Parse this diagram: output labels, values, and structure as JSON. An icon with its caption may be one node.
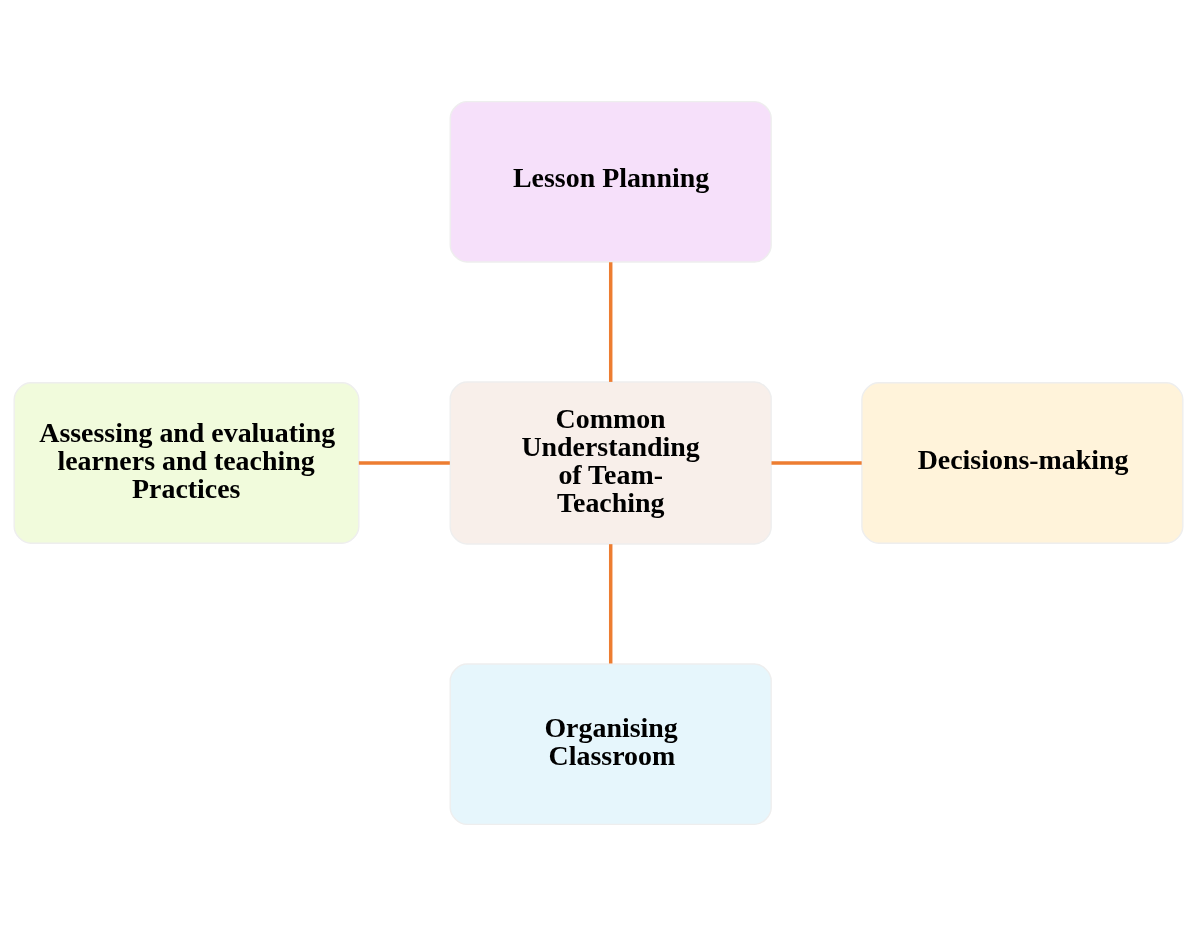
{
  "diagram": {
    "nodes": [
      {
        "text": [
          "Lesson Planning"
        ]
      },
      {
        "text": [
          "Assessing and evaluating learners and teaching Practices"
        ]
      },
      {
        "text": [
          "Common Understanding of Team-Teaching"
        ]
      },
      {
        "text": [
          "Decisions-making"
        ]
      },
      {
        "text": [
          "Organising Classroom"
        ]
      }
    ],
    "edges": [
      {
        "from": 0,
        "to": 2,
        "arrow": "none"
      },
      {
        "from": 1,
        "to": 2,
        "arrow": "none"
      },
      {
        "from": 2,
        "to": 3,
        "arrow": "none"
      },
      {
        "from": 2,
        "to": 4,
        "arrow": "none"
      }
    ]
  }
}
